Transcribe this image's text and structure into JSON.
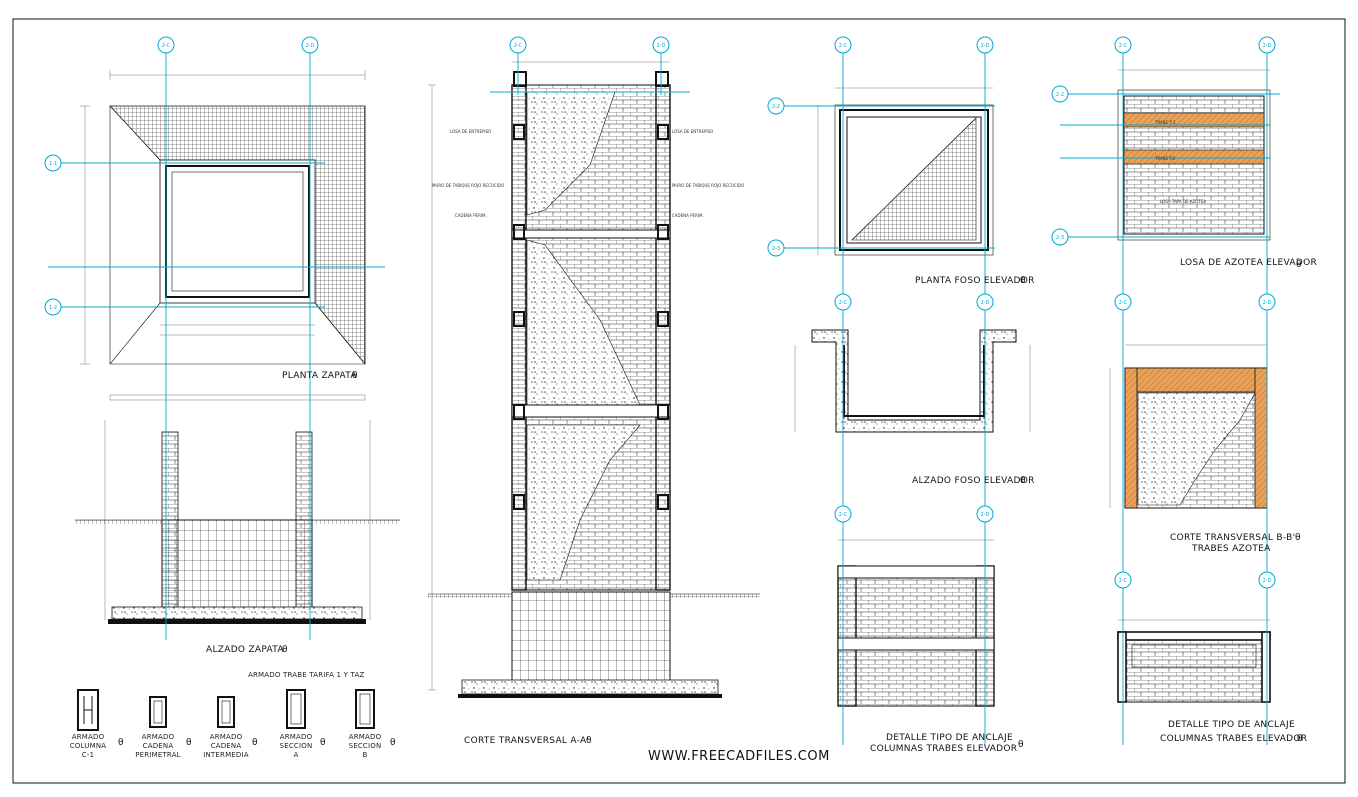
{
  "drawings": {
    "planta_zapata": "PLANTA ZAPATA",
    "alzado_zapata": "ALZADO ZAPATA",
    "armado_title": "ARMADO TRABE TARIFA 1 Y TAZ",
    "corte_aa": "CORTE TRANSVERSAL A-A'",
    "planta_foso": "PLANTA FOSO ELEVADOR",
    "alzado_foso": "ALZADO FOSO ELEVADOR",
    "detalle_columnas_1": "DETALLE TIPO DE ANCLAJE",
    "detalle_columnas_2": "COLUMNAS TRABES ELEVADOR",
    "losa_azotea": "LOSA DE AZOTEA ELEVADOR",
    "corte_bb_1": "CORTE TRANSVERSAL B-B'",
    "corte_bb_2": "TRABES AZOTEA",
    "detalle_anclaje_1": "DETALLE TIPO DE ANCLAJE",
    "detalle_anclaje_2": "COLUMNAS TRABES ELEVADOR"
  },
  "sections": [
    {
      "line1": "ARMADO",
      "line2": "COLUMNA",
      "line3": "C-1"
    },
    {
      "line1": "ARMADO",
      "line2": "CADENA",
      "line3": "PERIMETRAL"
    },
    {
      "line1": "ARMADO",
      "line2": "CADENA",
      "line3": "INTERMEDIA"
    },
    {
      "line1": "ARMADO",
      "line2": "SECCION",
      "line3": "A"
    },
    {
      "line1": "ARMADO",
      "line2": "SECCION",
      "line3": "B"
    }
  ],
  "annotations": {
    "trabe_1": "TRABE T-1",
    "trabe_2": "TRABE T-2",
    "losa": "LOSA TAPA DE AZOTEA",
    "cadena": "CADENA PERIM.",
    "losa_intermedia": "LOSA DE ENTREPISO",
    "muro": "MURO DE TABIQUE ROJO RECOCIDO"
  },
  "brand": "WWW.FREECADFILES.COM",
  "theta": "θ"
}
